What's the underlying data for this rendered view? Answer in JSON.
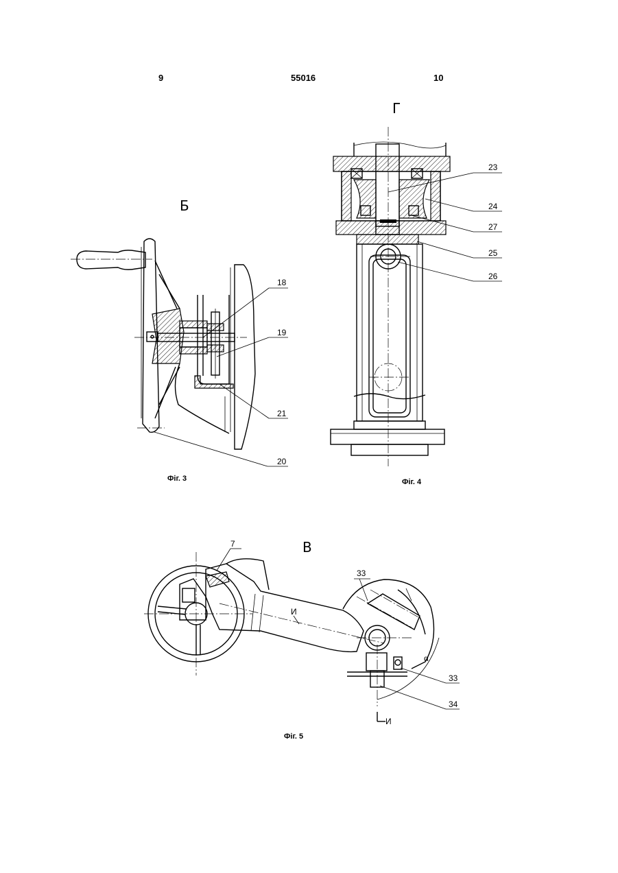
{
  "header": {
    "page_left": "9",
    "patent_number": "55016",
    "page_right": "10"
  },
  "figures": {
    "fig3": {
      "view": "Б",
      "caption": "Фіг. 3",
      "labels": [
        "18",
        "19",
        "21",
        "20"
      ]
    },
    "fig4": {
      "view": "Г",
      "caption": "Фіг. 4",
      "labels": [
        "23",
        "24",
        "27",
        "25",
        "26"
      ]
    },
    "fig5": {
      "view": "В",
      "caption": "Фіг. 5",
      "labels": [
        "7",
        "33",
        "33",
        "34"
      ],
      "section_mark": "И",
      "angle_mark": "α"
    }
  }
}
